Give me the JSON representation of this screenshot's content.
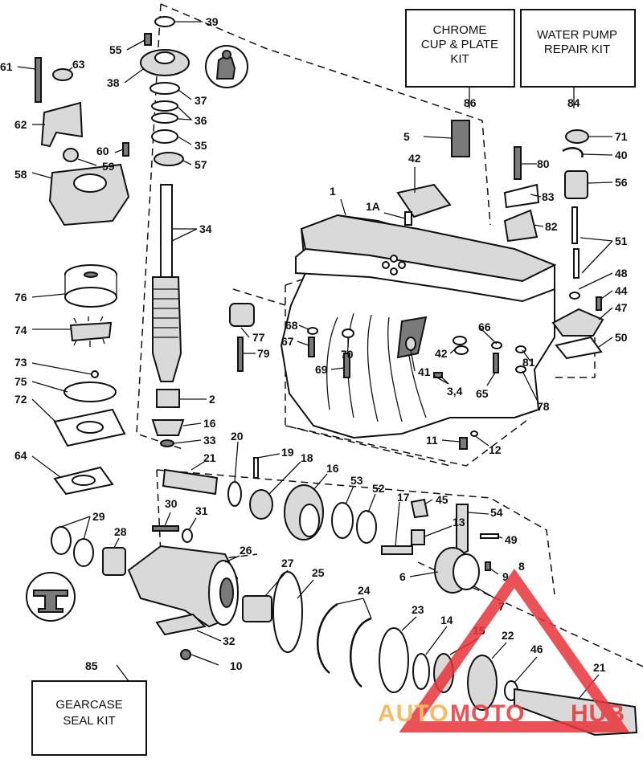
{
  "kits": {
    "chrome": {
      "line1": "CHROME",
      "line2": "CUP & PLATE",
      "line3": "KIT",
      "ref": "86"
    },
    "waterpump": {
      "line1": "WATER PUMP",
      "line2": "REPAIR KIT",
      "ref": "84"
    },
    "gearcase": {
      "line1": "GEARCASE",
      "line2": "SEAL KIT",
      "ref": "85"
    }
  },
  "labels": {
    "p39": "39",
    "p55": "55",
    "p61": "61",
    "p63": "63",
    "p38": "38",
    "p37": "37",
    "p36": "36",
    "p35": "35",
    "p57": "57",
    "p62": "62",
    "p60": "60",
    "p59": "59",
    "p58": "58",
    "p34": "34",
    "p76": "76",
    "p74": "74",
    "p73": "73",
    "p75": "75",
    "p72": "72",
    "p2": "2",
    "p16a": "16",
    "p33": "33",
    "p64": "64",
    "p21a": "21",
    "p20": "20",
    "p19": "19",
    "p18": "18",
    "p16b": "16",
    "p53": "53",
    "p52": "52",
    "p17": "17",
    "p45": "45",
    "p54": "54",
    "p13": "13",
    "p49": "49",
    "p30": "30",
    "p31": "31",
    "p29": "29",
    "p28": "28",
    "p26": "26",
    "p27": "27",
    "p25": "25",
    "p24": "24",
    "p23": "23",
    "p6": "6",
    "p9": "9",
    "p8": "8",
    "p7": "7",
    "p14": "14",
    "p15": "15",
    "p22": "22",
    "p46": "46",
    "p21b": "21",
    "p32": "32",
    "p10": "10",
    "p5": "5",
    "p42a": "42",
    "p1": "1",
    "p1A": "1A",
    "p80": "80",
    "p83": "83",
    "p82": "82",
    "p71": "71",
    "p40": "40",
    "p56": "56",
    "p51": "51",
    "p48": "48",
    "p44": "44",
    "p47": "47",
    "p50": "50",
    "p77": "77",
    "p79": "79",
    "p68": "68",
    "p67": "67",
    "p70": "70",
    "p69": "69",
    "p66": "66",
    "p42b": "42",
    "p41": "41",
    "p34b": "3,4",
    "p65": "65",
    "p81": "81",
    "p78": "78",
    "p11": "11",
    "p12": "12"
  },
  "watermark": {
    "brand_part1": "AUTO",
    "brand_part2": "MOTO",
    "brand_part3": "HUB",
    "color_primary": "#e8343a",
    "color_secondary": "#f3b04a"
  }
}
